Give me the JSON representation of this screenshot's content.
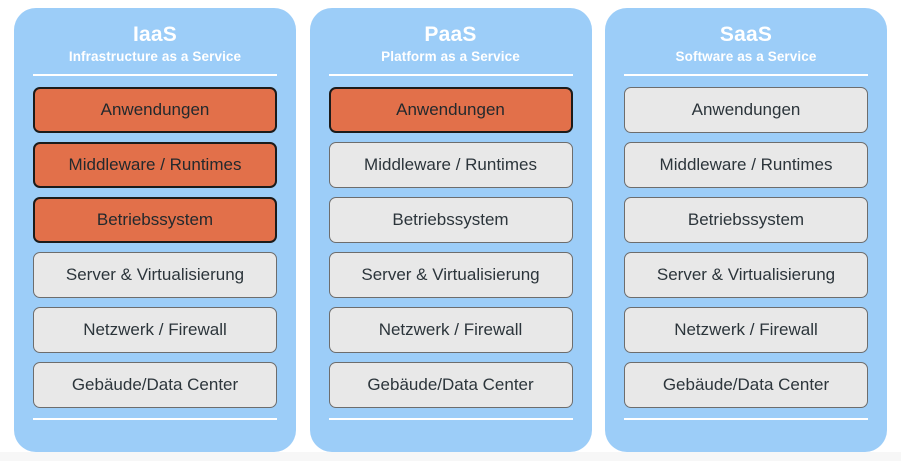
{
  "diagram": {
    "title_hidden": "",
    "layer_names": [
      "Anwendungen",
      "Middleware / Runtimes",
      "Betriebssystem",
      "Server & Virtualisierung",
      "Netzwerk / Firewall",
      "Gebäude/Data Center"
    ],
    "colors": {
      "panel_background": "#9ccdf8",
      "highlight_fill": "#e2704a",
      "highlight_border": "#1b1b1b",
      "neutral_fill": "#e8e8e8",
      "neutral_border": "#6d6d6d",
      "header_text": "#ffffff",
      "layer_text": "#2c353b",
      "page_background": "#ffffff"
    },
    "panels": [
      {
        "title": "IaaS",
        "subtitle": "Infrastructure as a Service",
        "layers": [
          {
            "label": "Anwendungen",
            "state": "highlight"
          },
          {
            "label": "Middleware / Runtimes",
            "state": "highlight"
          },
          {
            "label": "Betriebssystem",
            "state": "highlight"
          },
          {
            "label": "Server & Virtualisierung",
            "state": "neutral"
          },
          {
            "label": "Netzwerk / Firewall",
            "state": "neutral"
          },
          {
            "label": "Gebäude/Data Center",
            "state": "neutral"
          }
        ]
      },
      {
        "title": "PaaS",
        "subtitle": "Platform as a Service",
        "layers": [
          {
            "label": "Anwendungen",
            "state": "highlight"
          },
          {
            "label": "Middleware / Runtimes",
            "state": "neutral"
          },
          {
            "label": "Betriebssystem",
            "state": "neutral"
          },
          {
            "label": "Server & Virtualisierung",
            "state": "neutral"
          },
          {
            "label": "Netzwerk / Firewall",
            "state": "neutral"
          },
          {
            "label": "Gebäude/Data Center",
            "state": "neutral"
          }
        ]
      },
      {
        "title": "SaaS",
        "subtitle": "Software as a Service",
        "layers": [
          {
            "label": "Anwendungen",
            "state": "neutral"
          },
          {
            "label": "Middleware / Runtimes",
            "state": "neutral"
          },
          {
            "label": "Betriebssystem",
            "state": "neutral"
          },
          {
            "label": "Server & Virtualisierung",
            "state": "neutral"
          },
          {
            "label": "Netzwerk / Firewall",
            "state": "neutral"
          },
          {
            "label": "Gebäude/Data Center",
            "state": "neutral"
          }
        ]
      }
    ]
  }
}
